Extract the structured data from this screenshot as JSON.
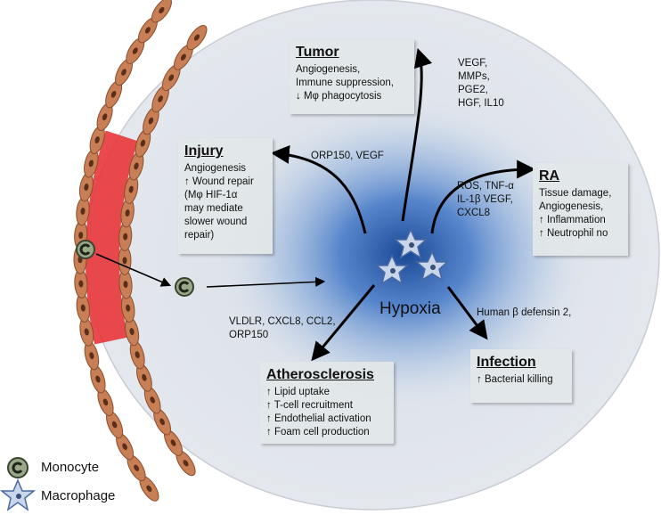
{
  "center": {
    "label": "Hypoxia"
  },
  "targets": {
    "tumor": {
      "title": "Tumor",
      "lines": [
        "Angiogenesis,",
        "Immune suppression,",
        "↓ Mφ phagocytosis"
      ],
      "mediators": [
        "VEGF,",
        "MMPs,",
        "PGE2,",
        "HGF, IL10"
      ]
    },
    "injury": {
      "title": "Injury",
      "lines": [
        "Angiogenesis",
        "↑ Wound repair",
        "(Mφ HIF-1α",
        "may mediate",
        "slower wound",
        "repair)"
      ],
      "mediators": [
        "ORP150, VEGF"
      ]
    },
    "ra": {
      "title": "RA",
      "lines": [
        "Tissue damage,",
        "Angiogenesis,",
        "↑ Inflammation",
        "↑ Neutrophil no"
      ],
      "mediators": [
        "ROS, TNF-α",
        "IL-1β VEGF,",
        "CXCL8"
      ]
    },
    "infection": {
      "title": "Infection",
      "lines": [
        "↑ Bacterial killing"
      ],
      "mediators": [
        "Human β defensin 2,"
      ]
    },
    "atherosclerosis": {
      "title": "Atherosclerosis",
      "lines": [
        "↑ Lipid uptake",
        "↑ T-cell recruitment",
        "↑ Endothelial activation",
        "↑ Foam cell production"
      ],
      "mediators": [
        "VLDLR, CXCL8, CCL2,",
        "ORP150"
      ]
    }
  },
  "legend": {
    "monocyte": "Monocyte",
    "macrophage": "Macrophage"
  },
  "colors": {
    "vessel": "#e8363a",
    "cell": "#c97f56",
    "cellLight": "#e7b48a",
    "tissue": "#e3e8ee",
    "hypoxiaBlue": "#1f5fbf"
  },
  "icons": {
    "monocyte": "monocyte-icon",
    "macrophage": "macrophage-star-icon"
  }
}
